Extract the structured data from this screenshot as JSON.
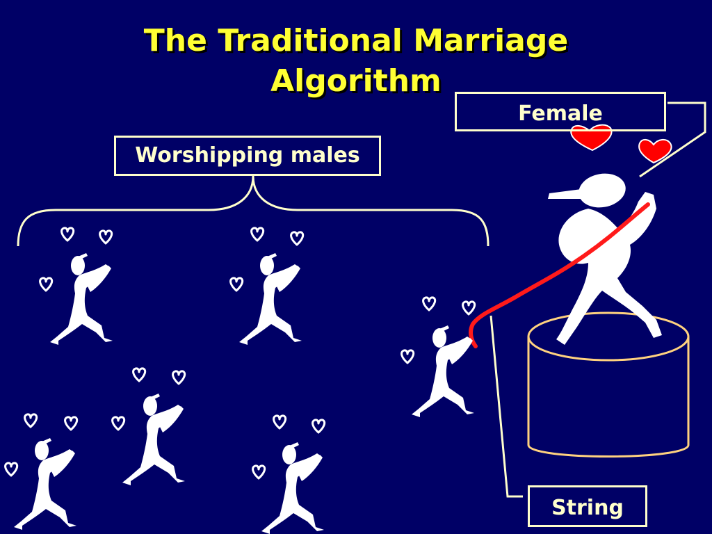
{
  "slide": {
    "title_line1": "The Traditional Marriage",
    "title_line2": "Algorithm"
  },
  "labels": {
    "males": "Worshipping males",
    "female": "Female",
    "string": "String"
  },
  "colors": {
    "background": "#000066",
    "title": "#ffff33",
    "label_text": "#ffffcc",
    "string": "#ff1a1a",
    "heart": "#ff0000",
    "pedestal": "#ffd27f",
    "figure": "#ffffff"
  },
  "icons": [
    "kneeling-male-figure",
    "small-heart-outline-icon",
    "standing-female-figure",
    "red-heart-icon",
    "pedestal-cylinder"
  ]
}
